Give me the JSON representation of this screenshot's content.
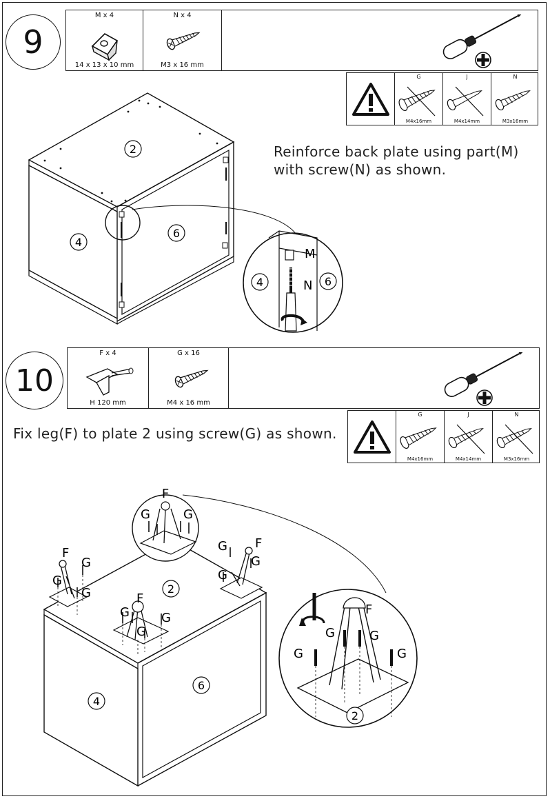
{
  "step9": {
    "number": "9",
    "parts": [
      {
        "qty": "M x 4",
        "size": "14 x 13 x 10 mm"
      },
      {
        "qty": "N x 4",
        "size": "M3 x 16 mm"
      }
    ],
    "warning": [
      {
        "letter": "G",
        "size": "M4x16mm"
      },
      {
        "letter": "J",
        "size": "M4x14mm"
      },
      {
        "letter": "N",
        "size": "M3x16mm"
      }
    ],
    "instruction_line1": "Reinforce back plate using part(M)",
    "instruction_line2": "with screw(N) as shown.",
    "labels": {
      "plate2": "2",
      "plate4": "4",
      "plate6": "6",
      "detail_m": "M",
      "detail_n": "N",
      "detail4": "4",
      "detail6": "6"
    }
  },
  "step10": {
    "number": "10",
    "parts": [
      {
        "qty": "F x 4",
        "size": "H 120 mm"
      },
      {
        "qty": "G x 16",
        "size": "M4 x 16 mm"
      }
    ],
    "warning": [
      {
        "letter": "G",
        "size": "M4x16mm"
      },
      {
        "letter": "J",
        "size": "M4x14mm"
      },
      {
        "letter": "N",
        "size": "M3x16mm"
      }
    ],
    "instruction": "Fix leg(F) to plate 2 using screw(G) as shown.",
    "labels": {
      "plate2": "2",
      "plate4": "4",
      "plate6": "6",
      "leg": "F",
      "screw": "G",
      "detail2": "2"
    }
  }
}
